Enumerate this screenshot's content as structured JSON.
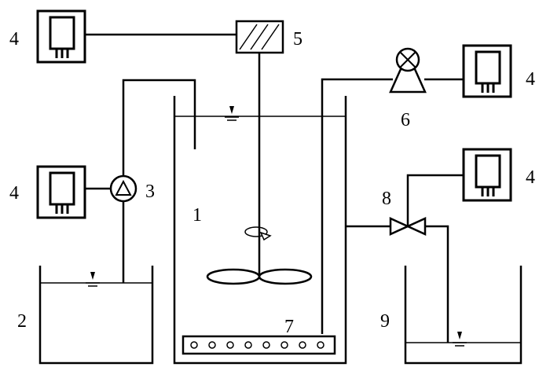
{
  "labels": {
    "reactor": "1",
    "feed_tank": "2",
    "feed_pump": "3",
    "controller": "4",
    "motor": "5",
    "air_pump": "6",
    "diffuser": "7",
    "valve": "8",
    "effluent_tank": "9"
  },
  "icons": [
    "controller-icon",
    "motor-icon",
    "pump-icon",
    "air-pump-icon",
    "valve-icon",
    "water-level-icon",
    "impeller-icon",
    "diffuser-icon"
  ]
}
